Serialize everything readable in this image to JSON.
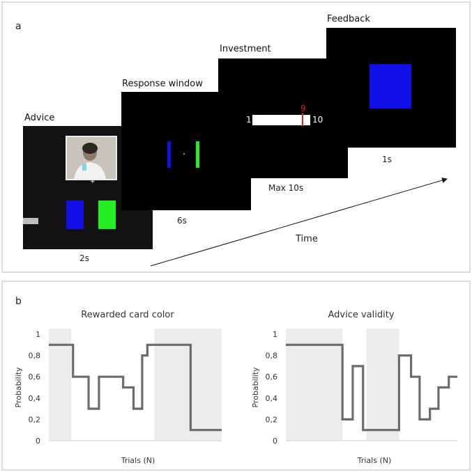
{
  "panel_a": {
    "label": "a",
    "screens": [
      {
        "title": "Advice",
        "duration": "2s"
      },
      {
        "title": "Response window",
        "duration": "6s"
      },
      {
        "title": "Investment",
        "duration": "Max 10s",
        "scale_min": "1",
        "scale_max": "10",
        "marker_value": "9"
      },
      {
        "title": "Feedback",
        "duration": "1s"
      }
    ],
    "time_label": "Time"
  },
  "panel_b": {
    "label": "b"
  },
  "colors": {
    "blue": "#1010e6",
    "green": "#22ee22",
    "line": "#6b6b6b",
    "line_light": "#a6a6a6",
    "shade": "#ececec",
    "red": "#e02020"
  },
  "chart_data": [
    {
      "type": "line",
      "title": "Rewarded card color",
      "xlabel": "Trials (N)",
      "ylabel": "Probability",
      "y_ticks": [
        "0",
        "0,2",
        "0,4",
        "0,6",
        "0,8",
        "1"
      ],
      "ylim": [
        0,
        1
      ],
      "xlim": [
        0,
        100
      ],
      "shaded_x_ranges": [
        [
          0,
          13
        ],
        [
          61,
          100
        ]
      ],
      "series": [
        {
          "x": [
            0,
            14,
            14,
            23,
            23,
            29,
            29,
            43,
            43,
            49,
            49,
            54,
            54,
            57,
            57,
            61,
            61,
            82,
            82,
            100
          ],
          "values": [
            0.9,
            0.9,
            0.6,
            0.6,
            0.3,
            0.3,
            0.6,
            0.6,
            0.5,
            0.5,
            0.3,
            0.3,
            0.8,
            0.8,
            0.9,
            0.9,
            0.9,
            0.9,
            0.1,
            0.1
          ]
        }
      ]
    },
    {
      "type": "line",
      "title": "Advice validity",
      "xlabel": "Trials (N)",
      "ylabel": "Probability",
      "y_ticks": [
        "0",
        "0,2",
        "0,4",
        "0,6",
        "0,8",
        "1"
      ],
      "ylim": [
        0,
        1
      ],
      "xlim": [
        0,
        100
      ],
      "shaded_x_ranges": [
        [
          0,
          33
        ],
        [
          47,
          66
        ]
      ],
      "series": [
        {
          "x": [
            0,
            33,
            33,
            39,
            39,
            45,
            45,
            66,
            66,
            73,
            73,
            78,
            78,
            84,
            84,
            89,
            89,
            95,
            95,
            100
          ],
          "values": [
            0.9,
            0.9,
            0.2,
            0.2,
            0.7,
            0.7,
            0.1,
            0.1,
            0.8,
            0.8,
            0.6,
            0.6,
            0.2,
            0.2,
            0.3,
            0.3,
            0.5,
            0.5,
            0.6,
            0.6
          ]
        }
      ]
    }
  ]
}
